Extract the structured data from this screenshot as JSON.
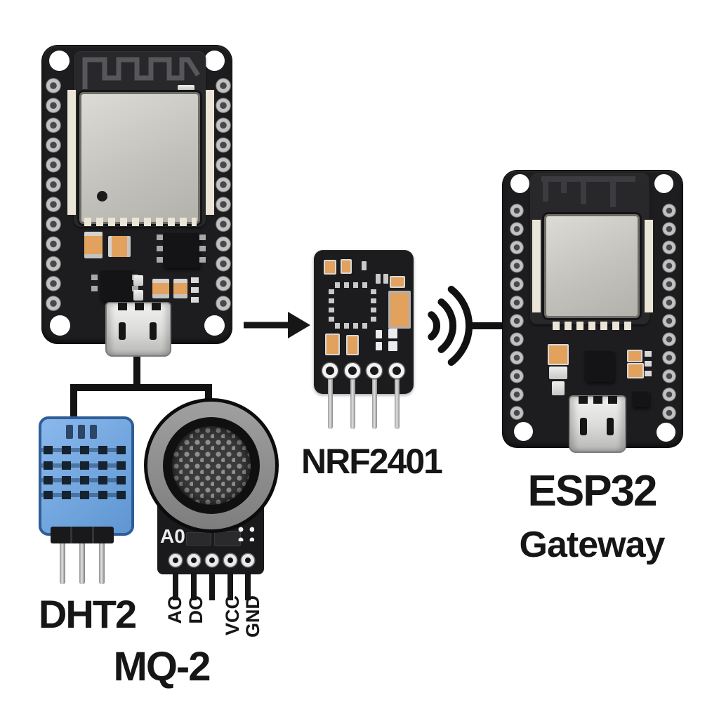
{
  "labels": {
    "dht_sensor": "DHT2",
    "mq2_sensor": "MQ-2",
    "radio_module": "NRF2401",
    "gateway_title": "ESP32",
    "gateway_subtitle": "Gateway"
  },
  "mq2": {
    "silk_text": "A0",
    "pin_labels": [
      "AO",
      "DO",
      "VCC",
      "GND"
    ]
  },
  "icons": {
    "arrow": "arrow-right-icon",
    "wireless": "radio-waves-icon"
  },
  "colors": {
    "background": "#ffffff",
    "pcb_black": "#1d1d1f",
    "shield_silver": "#c9c8c2",
    "antenna_dark": "#2a2a2d",
    "component_orange": "#e2a25e",
    "pad_cream": "#eae5d6",
    "dht_blue": "#6ba4e0",
    "dht_blue_dark": "#2f5d96",
    "mq2_ring_gray": "#8d8d8d",
    "mesh_dark": "#3a3a3a",
    "pin_silver": "#b9b9b9",
    "line_black": "#131313",
    "text_black": "#161616"
  }
}
